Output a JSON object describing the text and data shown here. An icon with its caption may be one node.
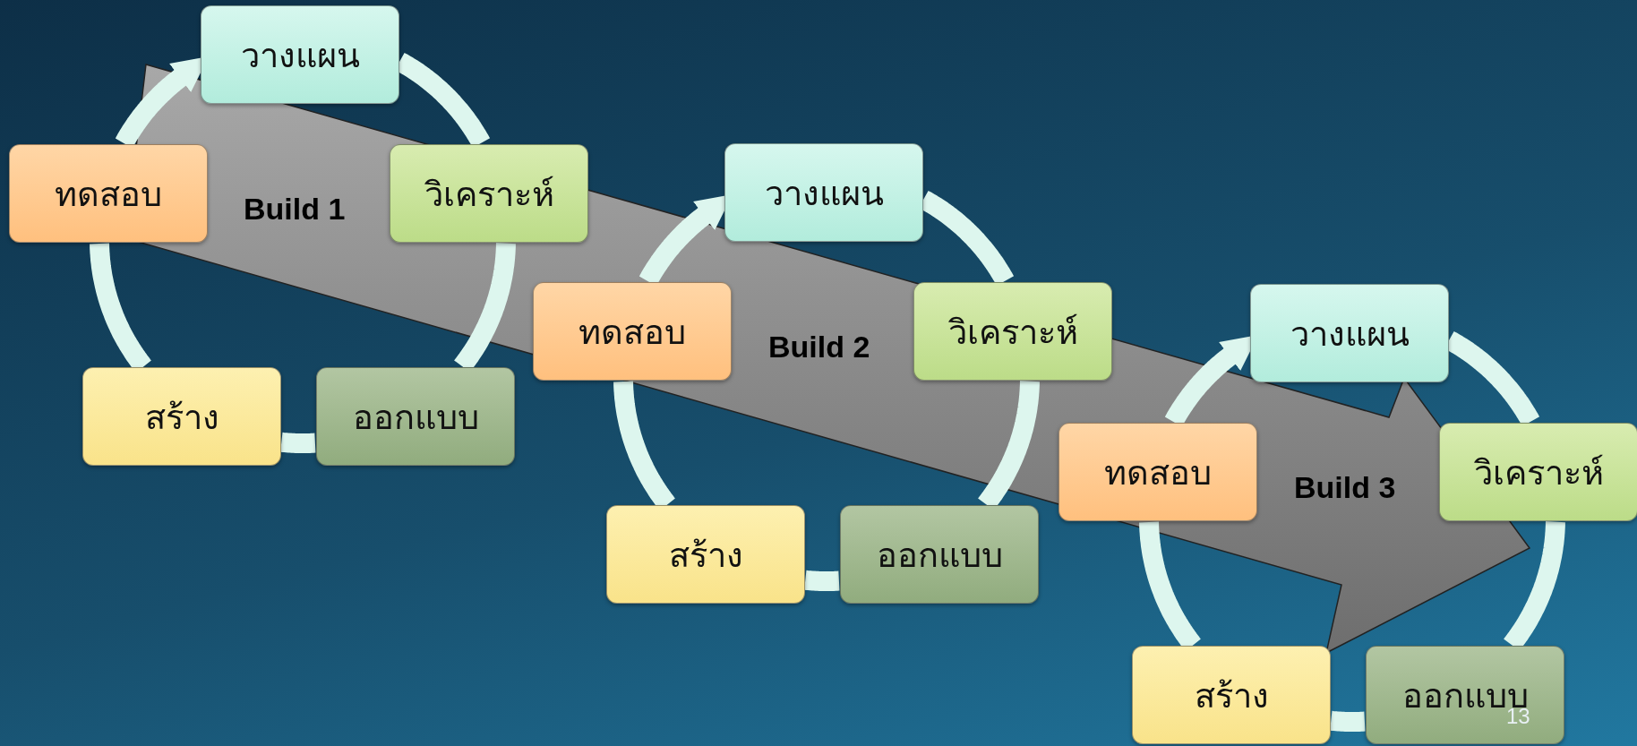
{
  "diagram": {
    "nodes": [
      {
        "text": [
          "วางแผน"
        ]
      },
      {
        "text": [
          "วิเคราะห์"
        ]
      },
      {
        "text": [
          "ออกแบบ"
        ]
      },
      {
        "text": [
          "สร้าง"
        ]
      },
      {
        "text": [
          "ทดสอบ"
        ]
      },
      {
        "text": [
          "วางแผน"
        ]
      },
      {
        "text": [
          "วิเคราะห์"
        ]
      },
      {
        "text": [
          "ออกแบบ"
        ]
      },
      {
        "text": [
          "สร้าง"
        ]
      },
      {
        "text": [
          "ทดสอบ"
        ]
      },
      {
        "text": [
          "วางแผน"
        ]
      },
      {
        "text": [
          "วิเคราะห์"
        ]
      },
      {
        "text": [
          "ออกแบบ"
        ]
      },
      {
        "text": [
          "สร้าง"
        ]
      },
      {
        "text": [
          "ทดสอบ"
        ]
      }
    ],
    "edges": [
      {
        "from": 0,
        "to": 1,
        "arrow": "none"
      },
      {
        "from": 1,
        "to": 2,
        "arrow": "none"
      },
      {
        "from": 2,
        "to": 3,
        "arrow": "none"
      },
      {
        "from": 3,
        "to": 4,
        "arrow": "none"
      },
      {
        "from": 4,
        "to": 0,
        "arrow": "to"
      },
      {
        "from": 5,
        "to": 6,
        "arrow": "none"
      },
      {
        "from": 6,
        "to": 7,
        "arrow": "none"
      },
      {
        "from": 7,
        "to": 8,
        "arrow": "none"
      },
      {
        "from": 8,
        "to": 9,
        "arrow": "none"
      },
      {
        "from": 9,
        "to": 5,
        "arrow": "to"
      },
      {
        "from": 10,
        "to": 11,
        "arrow": "none"
      },
      {
        "from": 11,
        "to": 12,
        "arrow": "none"
      },
      {
        "from": 12,
        "to": 13,
        "arrow": "none"
      },
      {
        "from": 13,
        "to": 14,
        "arrow": "none"
      },
      {
        "from": 14,
        "to": 10,
        "arrow": "to"
      }
    ],
    "labels": [
      "Build 1",
      "Build 2",
      "Build 3",
      "13"
    ]
  }
}
